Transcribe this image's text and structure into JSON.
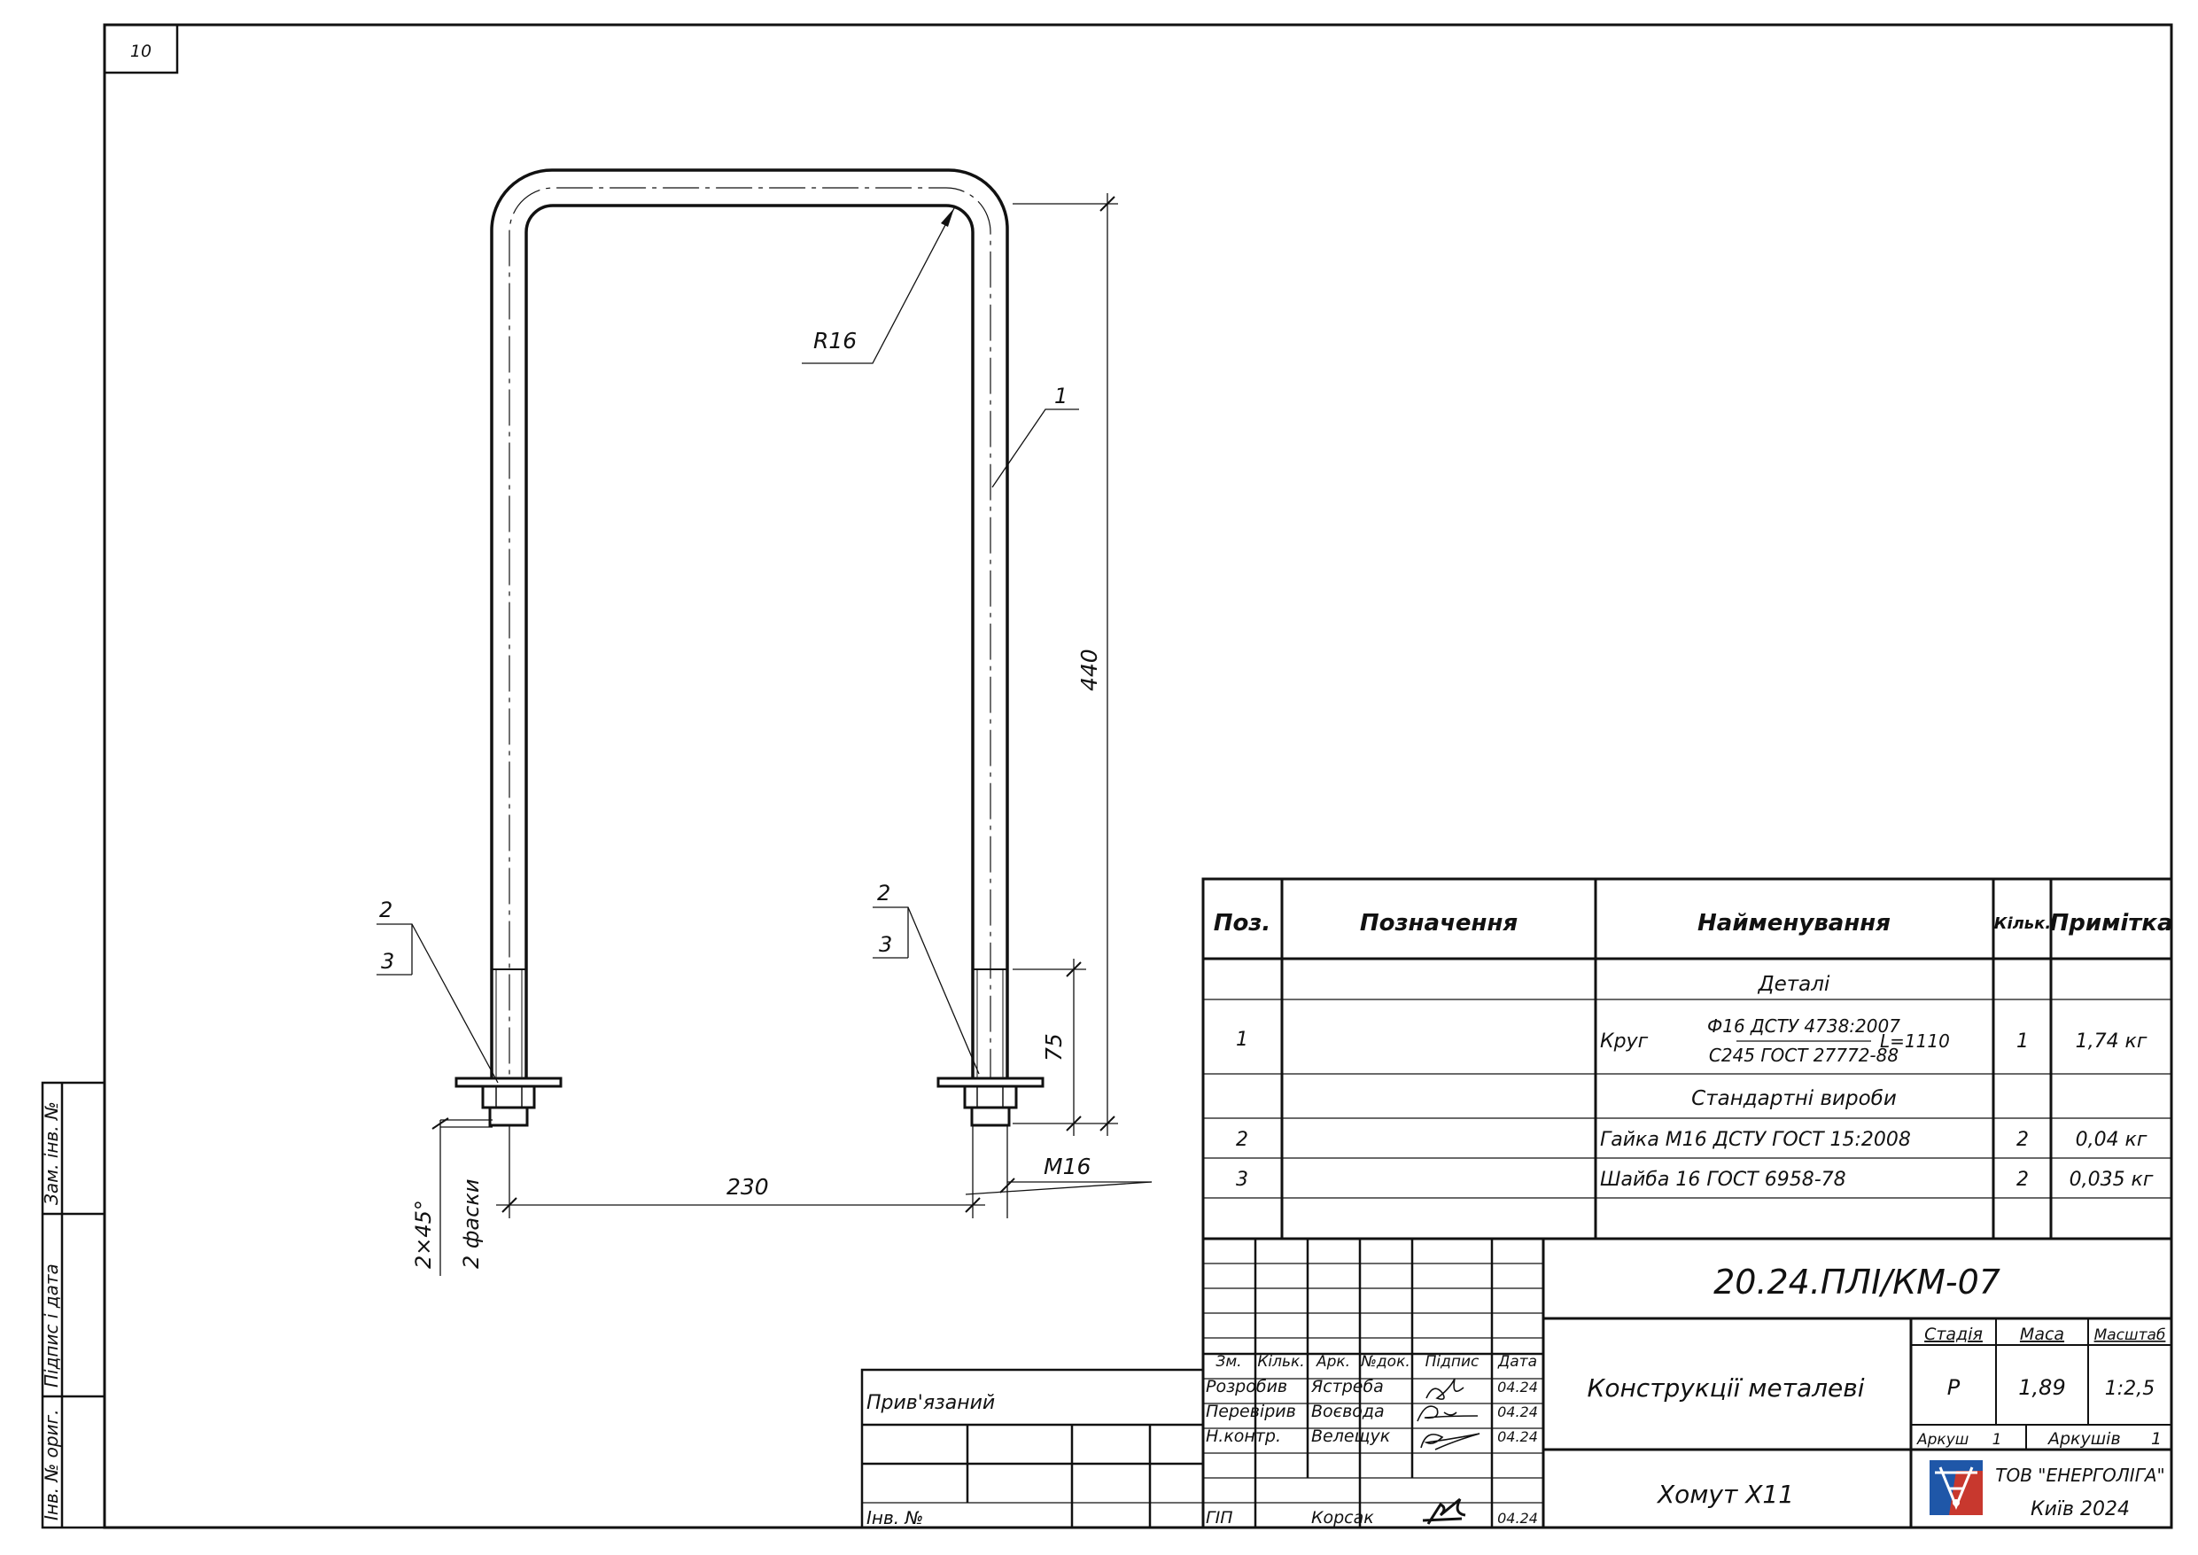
{
  "sheet_number": "10",
  "drawing": {
    "radius_label": "R16",
    "length_label": "440",
    "thread_length_label": "75",
    "width_label": "230",
    "thread_label": "M16",
    "chamfer_label": "2×45°",
    "chamfer_note": "2 фаски",
    "pos_1": "1",
    "pos_2": "2",
    "pos_3": "3"
  },
  "spec": {
    "headers": {
      "pos": "Поз.",
      "designation": "Позначення",
      "name": "Найменування",
      "qty": "Кільк.",
      "note": "Примітка"
    },
    "sections": {
      "details": "Деталі",
      "standard": "Стандартні вироби"
    },
    "items": [
      {
        "pos": "1",
        "name_prefix": "Круг",
        "name_top": "Ф16 ДСТУ 4738:2007",
        "name_bottom": "С245 ГОСТ 27772-88",
        "name_suffix": "L=1110",
        "qty": "1",
        "note": "1,74 кг"
      },
      {
        "pos": "2",
        "name": "Гайка М16 ДСТУ ГОСТ 15:2008",
        "qty": "2",
        "note": "0,04 кг"
      },
      {
        "pos": "3",
        "name": "Шайба 16 ГОСТ 6958-78",
        "qty": "2",
        "note": "0,035 кг"
      }
    ]
  },
  "title_block": {
    "code": "20.24.ПЛІ/КМ-07",
    "object": "Конструкції металеві",
    "part_name": "Хомут Х11",
    "stage_label": "Стадія",
    "stage": "Р",
    "mass_label": "Маса",
    "mass": "1,89",
    "scale_label": "Масштаб",
    "scale": "1:2,5",
    "sheet_label": "Аркуш",
    "sheet": "1",
    "sheets_label": "Аркушів",
    "sheets": "1",
    "company": "ТОВ \"ЕНЕРГОЛІГА\"",
    "city_year": "Київ 2024",
    "col_headers": {
      "change": "Зм.",
      "qty": "Кільк.",
      "sheet": "Арк.",
      "doc": "№док.",
      "sign": "Підпис",
      "date": "Дата"
    },
    "roles": [
      {
        "role": "Розробив",
        "name": "Ястреба",
        "date": "04.24"
      },
      {
        "role": "Перевірив",
        "name": "Воєвода",
        "date": "04.24"
      },
      {
        "role": "Н.контр.",
        "name": "Велещук",
        "date": "04.24"
      },
      {
        "role": "ГІП",
        "name": "Корсак",
        "date": "04.24"
      }
    ]
  },
  "binding": {
    "linked": "Прив'язаний",
    "inv_no": "Інв. №"
  },
  "side_stamp": {
    "replace_inv": "Зам. інв. №",
    "sign_date": "Підпис і дата",
    "orig_inv": "Інв. № ориг."
  },
  "colors": {
    "line": "#111111",
    "logo_blue": "#1f57a8",
    "logo_red": "#c8382e"
  }
}
